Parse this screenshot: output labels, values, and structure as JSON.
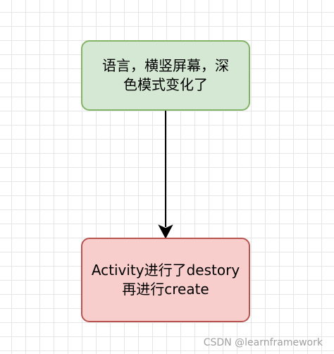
{
  "diagram": {
    "top_node": {
      "line1": "语言，横竖屏幕，深",
      "line2": "色模式变化了",
      "fill": "#d5e8d4",
      "stroke": "#82b366"
    },
    "bottom_node": {
      "line1": "Activity进行了destory",
      "line2": "再进行create",
      "fill": "#f8cecc",
      "stroke": "#b85450"
    },
    "connector": {
      "color": "#000000"
    }
  },
  "watermark": {
    "text": "CSDN @learnframework"
  }
}
